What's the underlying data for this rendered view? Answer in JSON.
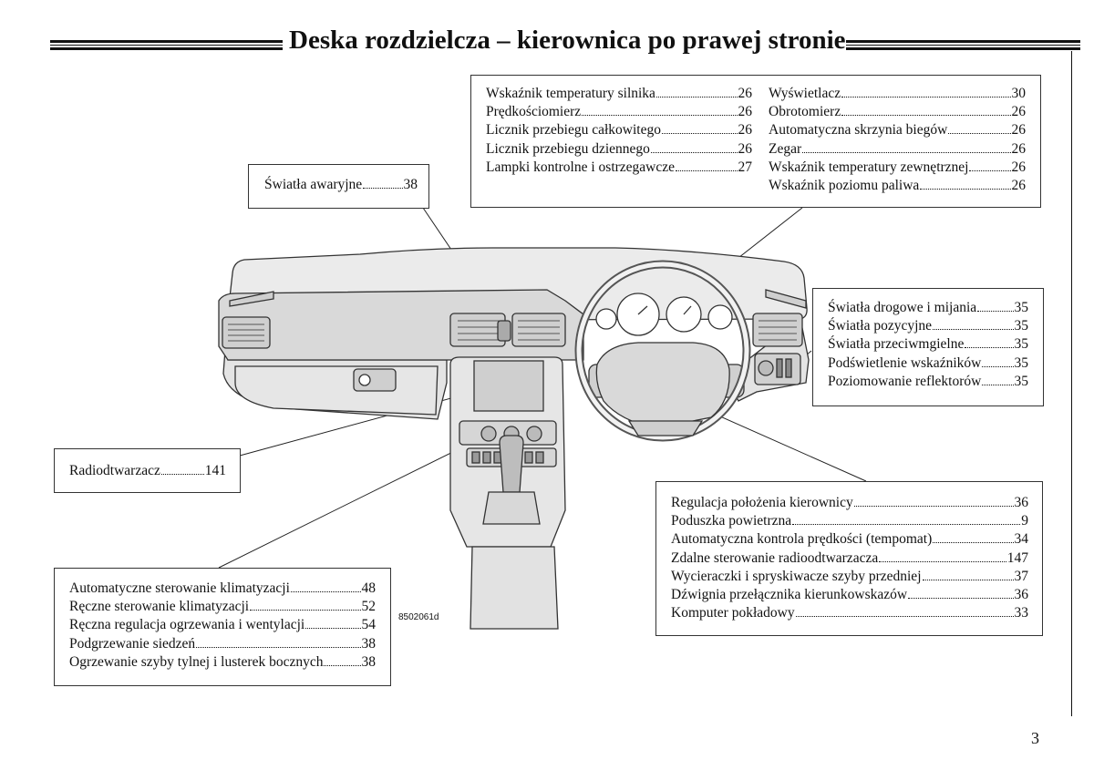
{
  "title": "Deska rozdzielcza – kierownica po prawej stronie",
  "figure_code": "8502061d",
  "page_number": "3",
  "callouts": {
    "hazard": [
      {
        "label": "Światła awaryjne",
        "page": "38"
      }
    ],
    "instruments_left": [
      {
        "label": "Wskaźnik temperatury silnika",
        "page": "26"
      },
      {
        "label": "Prędkościomierz",
        "page": "26"
      },
      {
        "label": "Licznik przebiegu całkowitego",
        "page": "26"
      },
      {
        "label": "Licznik przebiegu dziennego",
        "page": "26"
      },
      {
        "label": "Lampki kontrolne i ostrzegawcze",
        "page": "27"
      }
    ],
    "instruments_right": [
      {
        "label": "Wyświetlacz",
        "page": "30"
      },
      {
        "label": "Obrotomierz",
        "page": "26"
      },
      {
        "label": "Automatyczna skrzynia biegów",
        "page": "26"
      },
      {
        "label": "Zegar",
        "page": "26"
      },
      {
        "label": "Wskaźnik temperatury zewnętrznej",
        "page": "26"
      },
      {
        "label": "Wskaźnik poziomu paliwa",
        "page": "26"
      }
    ],
    "lights": [
      {
        "label": "Światła drogowe i mijania",
        "page": "35"
      },
      {
        "label": "Światła pozycyjne",
        "page": "35"
      },
      {
        "label": "Światła przeciwmgielne",
        "page": "35"
      },
      {
        "label": "Podświetlenie wskaźników",
        "page": "35"
      },
      {
        "label": "Poziomowanie reflektorów",
        "page": "35"
      }
    ],
    "radio": [
      {
        "label": "Radiodtwarzacz",
        "page": "141"
      }
    ],
    "steering": [
      {
        "label": "Regulacja położenia kierownicy",
        "page": "36"
      },
      {
        "label": "Poduszka powietrzna",
        "page": "9"
      },
      {
        "label": "Automatyczna kontrola prędkości (tempomat)",
        "page": "34"
      },
      {
        "label": "Zdalne sterowanie radioodtwarzacza",
        "page": "147"
      },
      {
        "label": "Wycieraczki i spryskiwacze szyby przedniej",
        "page": "37"
      },
      {
        "label": "Dźwignia przełącznika kierunkowskazów",
        "page": "36"
      },
      {
        "label": "Komputer pokładowy",
        "page": "33"
      }
    ],
    "climate": [
      {
        "label": "Automatyczne sterowanie klimatyzacji",
        "page": "48"
      },
      {
        "label": "Ręczne sterowanie klimatyzacji",
        "page": "52"
      },
      {
        "label": "Ręczna regulacja ogrzewania i wentylacji",
        "page": "54"
      },
      {
        "label": "Podgrzewanie siedzeń",
        "page": "38"
      },
      {
        "label": "Ogrzewanie szyby tylnej i lusterek bocznych",
        "page": "38"
      }
    ]
  }
}
